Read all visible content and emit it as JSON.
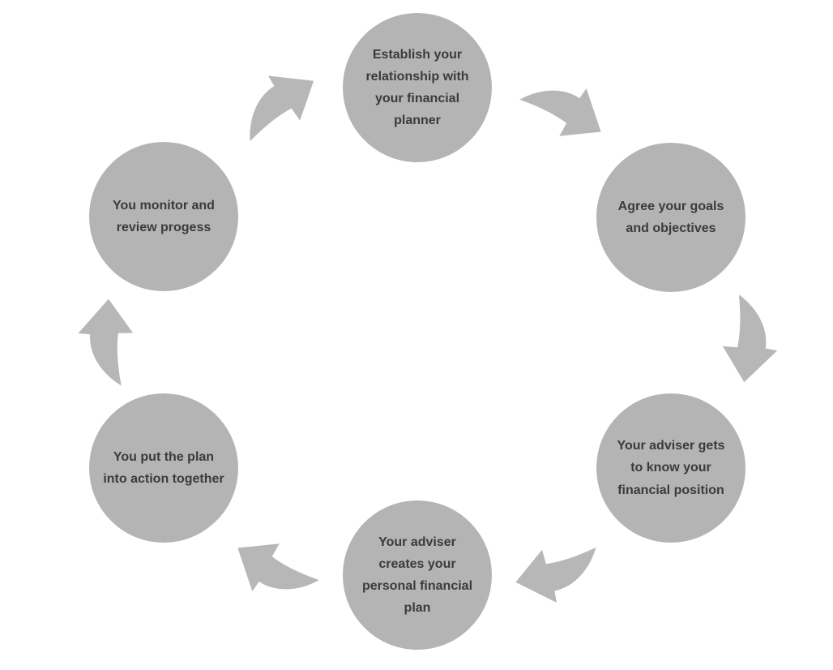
{
  "page": {
    "background": "#ffffff"
  },
  "diagram": {
    "type": "cycle",
    "flow_direction": "clockwise",
    "colors": {
      "circle_fill": "#b4b4b4",
      "arrow_fill": "#b7b7b7",
      "text": "#3b3b3b"
    },
    "steps": [
      {
        "id": "establish-relationship",
        "position": "top",
        "label": "Establish your relationship with your financial planner"
      },
      {
        "id": "agree-goals",
        "position": "right-top",
        "label": "Agree your goals and objectives"
      },
      {
        "id": "know-position",
        "position": "right-bottom",
        "label": "Your adviser gets to know your financial position"
      },
      {
        "id": "create-plan",
        "position": "bottom",
        "label": "Your adviser creates your personal financial plan"
      },
      {
        "id": "plan-into-action",
        "position": "left-bottom",
        "label": "You put the plan into action together"
      },
      {
        "id": "monitor-review",
        "position": "left-top",
        "label": "You monitor and review progess"
      }
    ],
    "arrows": [
      {
        "from": "monitor-review",
        "to": "establish-relationship"
      },
      {
        "from": "establish-relationship",
        "to": "agree-goals"
      },
      {
        "from": "agree-goals",
        "to": "know-position"
      },
      {
        "from": "know-position",
        "to": "create-plan"
      },
      {
        "from": "create-plan",
        "to": "plan-into-action"
      },
      {
        "from": "plan-into-action",
        "to": "monitor-review"
      }
    ]
  }
}
